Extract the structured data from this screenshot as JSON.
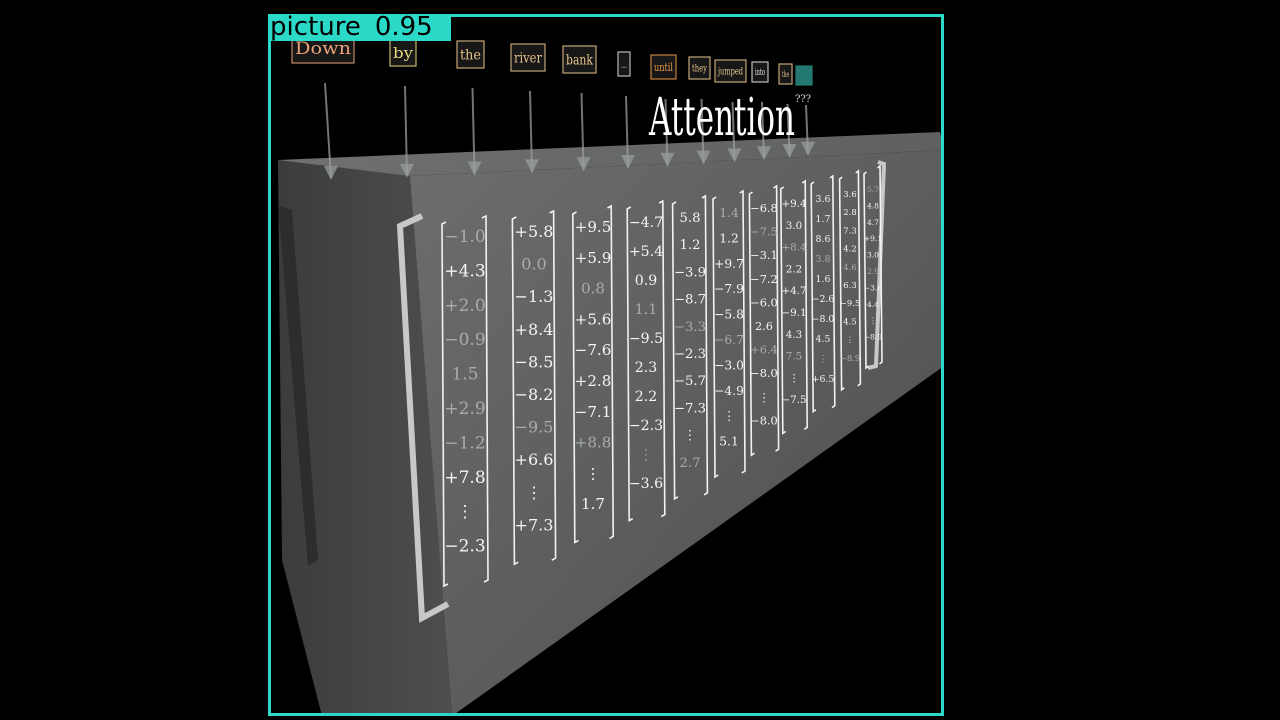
{
  "title": "Attention",
  "query_marks": "???",
  "tokens": [
    {
      "text": "Down",
      "color": "#e8a37a"
    },
    {
      "text": "by",
      "color": "#e8d87a"
    },
    {
      "text": "the",
      "color": "#e6c48a"
    },
    {
      "text": "river",
      "color": "#e6c48a"
    },
    {
      "text": "bank",
      "color": "#e6c48a"
    },
    {
      "text": "...",
      "color": "#d8d8d8"
    },
    {
      "text": "until",
      "color": "#e89a4a"
    },
    {
      "text": "they",
      "color": "#e6c48a"
    },
    {
      "text": "jumped",
      "color": "#e6c48a"
    },
    {
      "text": "into",
      "color": "#e0e0e0"
    },
    {
      "text": "the",
      "color": "#e6c48a"
    },
    {
      "text": "",
      "color": "#2a8f86"
    }
  ],
  "vectors": [
    [
      "−1.0",
      "+4.3",
      "+2.0",
      "−0.9",
      "1.5",
      "+2.9",
      "−1.2",
      "+7.8",
      "⋮",
      "−2.3"
    ],
    [
      "+5.8",
      "0.0",
      "−1.3",
      "+8.4",
      "−8.5",
      "−8.2",
      "−9.5",
      "+6.6",
      "⋮",
      "+7.3"
    ],
    [
      "+9.5",
      "+5.9",
      "0.8",
      "+5.6",
      "−7.6",
      "+2.8",
      "−7.1",
      "+8.8",
      "⋮",
      "1.7"
    ],
    [
      "−4.7",
      "+5.4",
      "0.9",
      "1.1",
      "−9.5",
      "2.3",
      "2.2",
      "−2.3",
      "⋮",
      "−3.6"
    ],
    [
      "5.8",
      "1.2",
      "−3.9",
      "−8.7",
      "−3.3",
      "−2.3",
      "−5.7",
      "−7.3",
      "⋮",
      "2.7"
    ],
    [
      "1.4",
      "1.2",
      "+9.7",
      "−7.9",
      "−5.8",
      "−6.7",
      "−3.0",
      "−4.9",
      "⋮",
      "5.1"
    ],
    [
      "−6.8",
      "−7.5",
      "−3.1",
      "−7.2",
      "−6.0",
      "2.6",
      "+6.4",
      "−8.0",
      "⋮",
      "−8.0"
    ],
    [
      "+9.4",
      "3.0",
      "+8.4",
      "2.2",
      "+4.7",
      "−9.1",
      "4.3",
      "7.5",
      "⋮",
      "−7.5"
    ],
    [
      "3.6",
      "1.7",
      "8.6",
      "3.8",
      "1.6",
      "−2.6",
      "−8.0",
      "4.5",
      "⋮",
      "+6.5"
    ],
    [
      "3.6",
      "2.8",
      "7.3",
      "4.2",
      "4.6",
      "6.3",
      "−9.5",
      "4.5",
      "⋮",
      "−8.9"
    ],
    [
      "5.7",
      "4.8",
      "4.7",
      "+9.1",
      "3.0",
      "2.9",
      "−3.6",
      "4.4",
      "⋮",
      "−8.9"
    ]
  ],
  "detection": {
    "label": "picture",
    "score": "0.95",
    "color": "#2bd9c8"
  }
}
